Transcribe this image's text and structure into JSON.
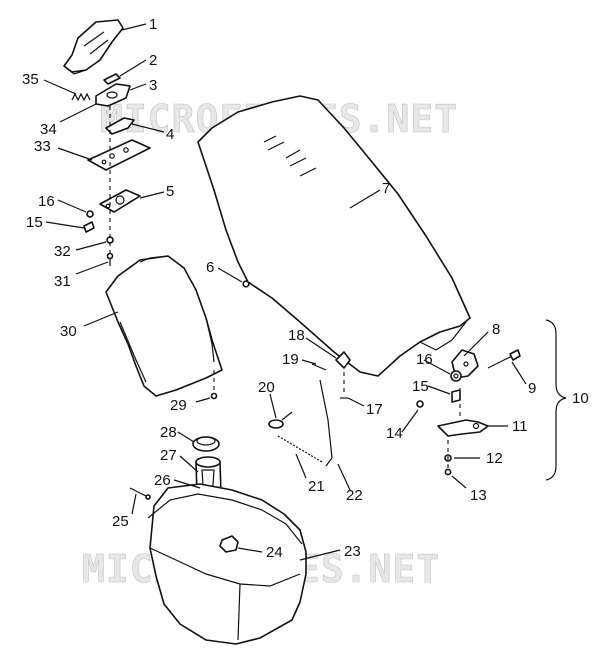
{
  "watermark": {
    "text": "MICROFICHES.NET"
  },
  "callouts": [
    "1",
    "2",
    "3",
    "35",
    "34",
    "4",
    "33",
    "5",
    "16",
    "15",
    "32",
    "31",
    "6",
    "7",
    "30",
    "29",
    "8",
    "18",
    "19",
    "16",
    "9",
    "15",
    "20",
    "17",
    "10",
    "14",
    "11",
    "28",
    "12",
    "27",
    "26",
    "13",
    "21",
    "22",
    "25",
    "24",
    "23"
  ]
}
